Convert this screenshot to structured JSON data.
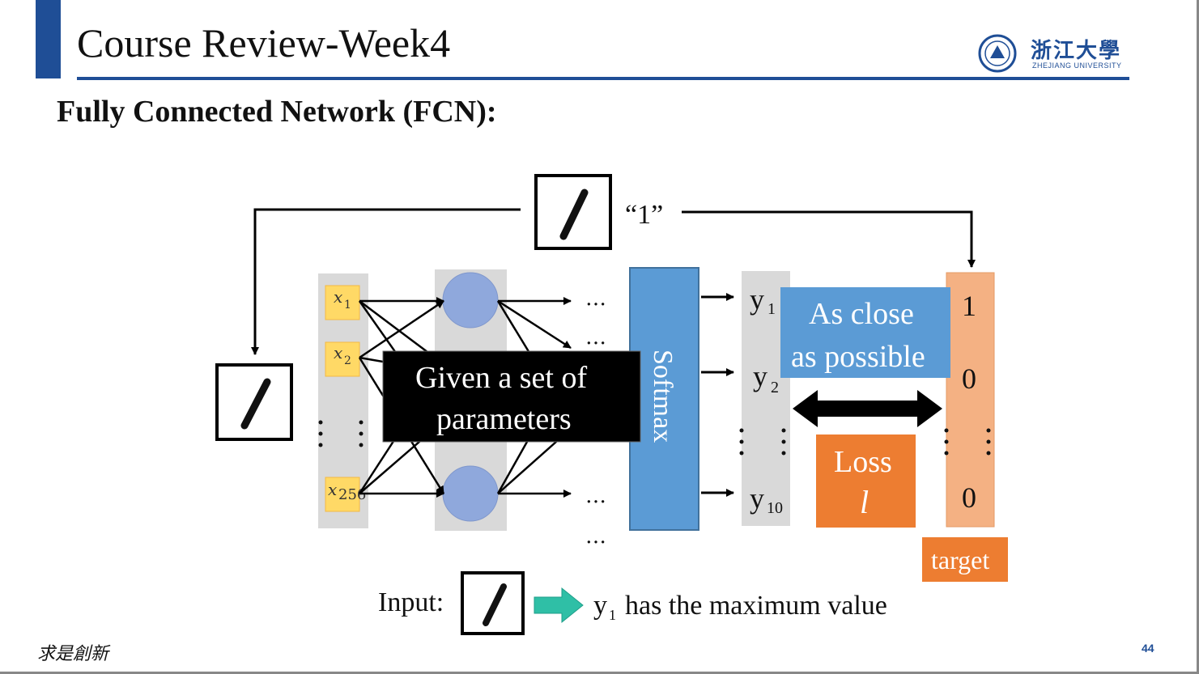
{
  "slide": {
    "title": "Course Review-Week4",
    "heading": "Fully Connected Network (FCN):",
    "logo_cn": "浙江大學",
    "logo_en": "ZHEJIANG UNIVERSITY",
    "motto": "求是創新",
    "page_number": "44"
  },
  "diagram": {
    "quote_label": "“1”",
    "inputs": [
      "x1",
      "x2",
      "x256"
    ],
    "input_var": "x",
    "input_subs": [
      "1",
      "2",
      "256"
    ],
    "ellipsis": "…",
    "softmax_label": "Softmax",
    "outputs_var": "y",
    "output_subs": [
      "1",
      "2",
      "10"
    ],
    "given_box": [
      "Given a set of",
      "parameters"
    ],
    "close_box": [
      "As close",
      "as possible"
    ],
    "loss_box": [
      "Loss",
      "l"
    ],
    "target_values": [
      "1",
      "0",
      "0"
    ],
    "target_label": "target",
    "input_caption": "Input:",
    "result_y": "y",
    "result_sub": "1",
    "result_text": "has the maximum value"
  },
  "colors": {
    "accent": "#1f4e96",
    "softmax": "#5b9bd5",
    "neuron": "#8fa8dc",
    "input_cell": "#ffd966",
    "close_box": "#5b9bd5",
    "loss_box": "#ed7d31",
    "target_col": "#f4b183",
    "target_label_bg": "#ed7d31",
    "arrow_teal": "#2fbfa6"
  }
}
